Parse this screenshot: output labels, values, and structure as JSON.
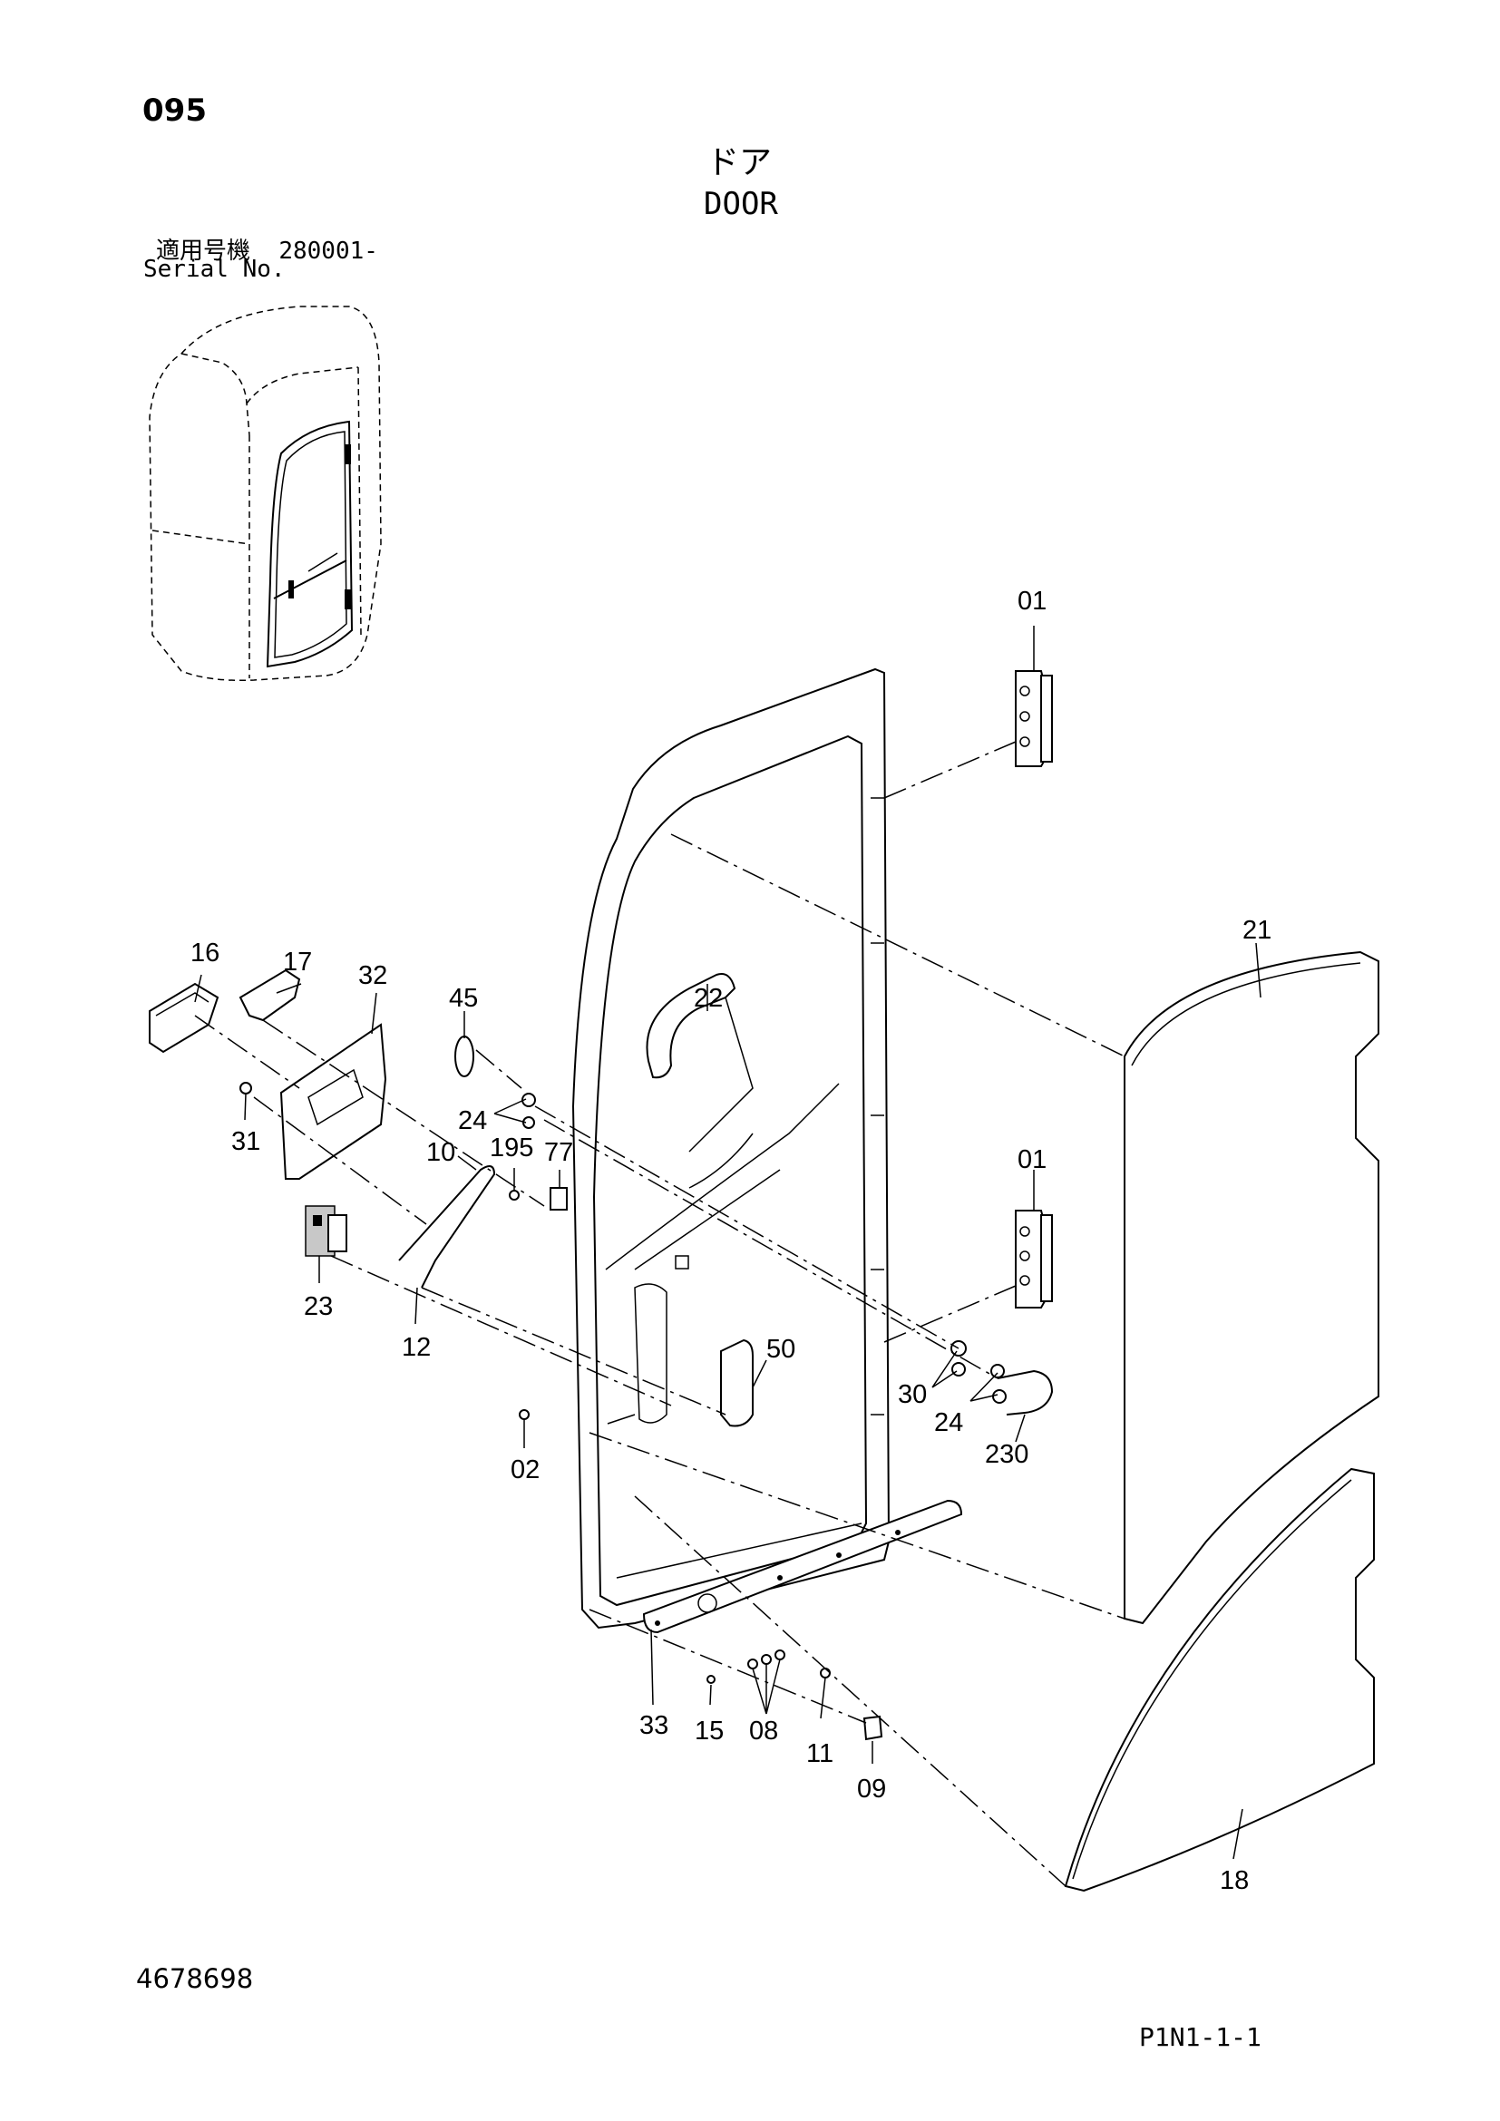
{
  "header": {
    "page_number": "095",
    "title_jp": "ドア",
    "title_en": "DOOR",
    "serial_label_jp": "適用号機",
    "serial_value": "280001-",
    "serial_label_en": "Serial No."
  },
  "footer": {
    "doc_number": "4678698",
    "ref_code": "P1N1-1-1"
  },
  "callouts": [
    "01",
    "01",
    "21",
    "16",
    "17",
    "32",
    "45",
    "22",
    "24",
    "31",
    "10",
    "195",
    "77",
    "23",
    "12",
    "50",
    "30",
    "24",
    "230",
    "02",
    "33",
    "15",
    "08",
    "11",
    "09",
    "18"
  ],
  "icons": {
    "cab-overview": "cab-outline-icon",
    "door-frame": "door-frame-icon",
    "glass-panel": "glass-panel-icon",
    "hinge": "hinge-icon",
    "handle": "handle-icon",
    "lock": "lock-icon"
  }
}
